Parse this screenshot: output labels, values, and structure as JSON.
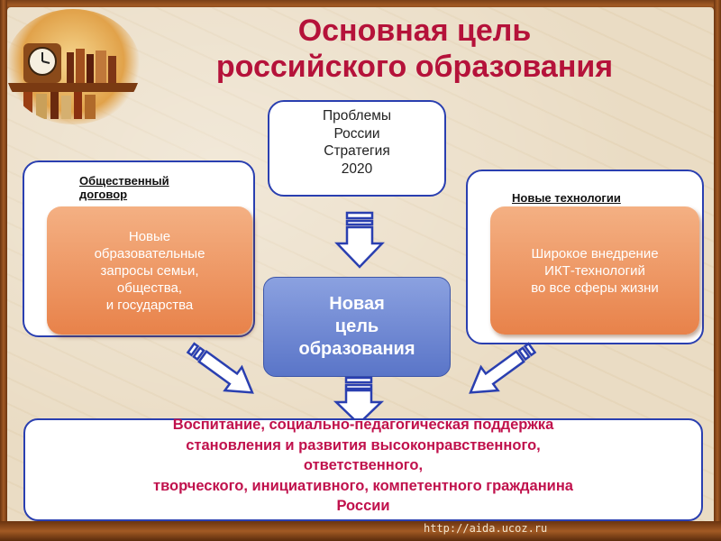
{
  "title": {
    "line1": "Основная цель",
    "line2": "российского образования"
  },
  "problems": {
    "lines": [
      "Проблемы",
      "России",
      "Стратегия",
      "2020"
    ]
  },
  "left": {
    "label_lines": [
      "Общественный",
      "договор"
    ],
    "lines": [
      "Новые",
      "образовательные",
      "запросы семьи,",
      "общества,",
      "и государства"
    ]
  },
  "right": {
    "label": "Новые технологии",
    "lines": [
      "Широкое внедрение",
      "ИКТ-технологий",
      "во все сферы жизни"
    ]
  },
  "center": {
    "lines": [
      "Новая",
      "цель",
      "образования"
    ]
  },
  "bottom": {
    "lines": [
      "Воспитание, социально-педагогическая поддержка",
      "становления и развития высоконравственного,",
      "ответственного,",
      "творческого, инициативного, компетентного гражданина",
      "России"
    ]
  },
  "footer": {
    "url": "http://aida.ucoz.ru"
  },
  "colors": {
    "title": "#b5123a",
    "accent_blue": "#2a3fb0",
    "orange": "#e8824a",
    "center_blue": "#5a75c8"
  }
}
